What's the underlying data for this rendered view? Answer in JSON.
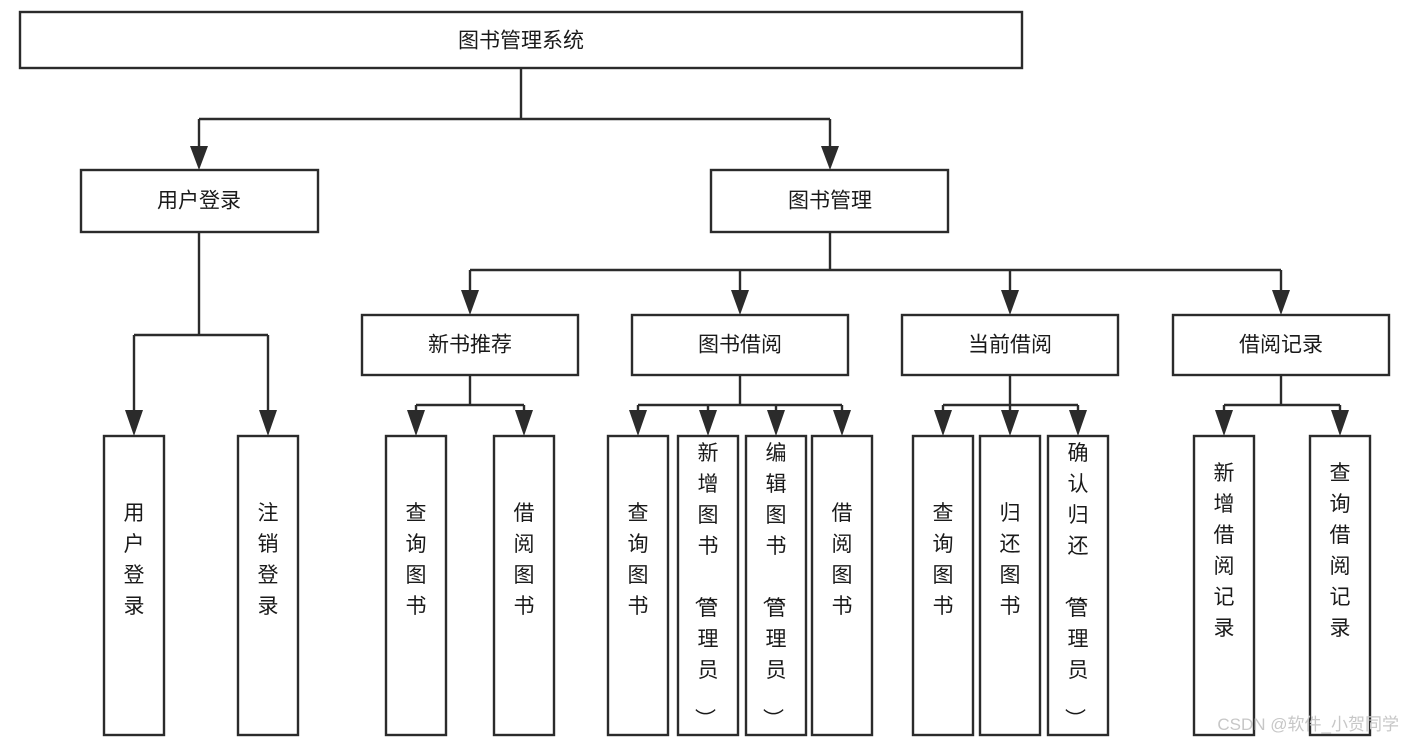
{
  "diagram": {
    "title": "图书管理系统",
    "type": "tree",
    "orientation": "top-down",
    "colors": {
      "box_stroke": "#2b2b2b",
      "box_fill": "#ffffff",
      "line": "#2b2b2b",
      "text": "#1a1a1a",
      "watermark": "#c7c7c7",
      "background": "#ffffff"
    },
    "nodes": {
      "root": {
        "label": "图书管理系统"
      },
      "level2": [
        {
          "id": "user-login",
          "label": "用户登录"
        },
        {
          "id": "book-manage",
          "label": "图书管理"
        }
      ],
      "level3": [
        {
          "id": "new-book-rec",
          "label": "新书推荐",
          "parent": "book-manage"
        },
        {
          "id": "book-borrow",
          "label": "图书借阅",
          "parent": "book-manage"
        },
        {
          "id": "current-borrow",
          "label": "当前借阅",
          "parent": "book-manage"
        },
        {
          "id": "borrow-record",
          "label": "借阅记录",
          "parent": "book-manage"
        }
      ],
      "leaves": [
        {
          "id": "leaf-user-login",
          "label": "用户登录",
          "parent": "user-login"
        },
        {
          "id": "leaf-logout",
          "label": "注销登录",
          "parent": "user-login"
        },
        {
          "id": "leaf-query-book-1",
          "label": "查询图书",
          "parent": "new-book-rec"
        },
        {
          "id": "leaf-borrow-book-1",
          "label": "借阅图书",
          "parent": "new-book-rec"
        },
        {
          "id": "leaf-query-book-2",
          "label": "查询图书",
          "parent": "book-borrow"
        },
        {
          "id": "leaf-add-book",
          "label": "新增图书（管理员）",
          "parent": "book-borrow"
        },
        {
          "id": "leaf-edit-book",
          "label": "编辑图书（管理员）",
          "parent": "book-borrow"
        },
        {
          "id": "leaf-borrow-book-2",
          "label": "借阅图书",
          "parent": "book-borrow"
        },
        {
          "id": "leaf-query-book-3",
          "label": "查询图书",
          "parent": "current-borrow"
        },
        {
          "id": "leaf-return-book",
          "label": "归还图书",
          "parent": "current-borrow"
        },
        {
          "id": "leaf-confirm-return",
          "label": "确认归还（管理员）",
          "parent": "current-borrow"
        },
        {
          "id": "leaf-add-record",
          "label": "新增借阅记录",
          "parent": "borrow-record"
        },
        {
          "id": "leaf-query-record",
          "label": "查询借阅记录",
          "parent": "borrow-record"
        }
      ]
    }
  },
  "watermark": {
    "text": "CSDN @软件_小贺同学"
  }
}
